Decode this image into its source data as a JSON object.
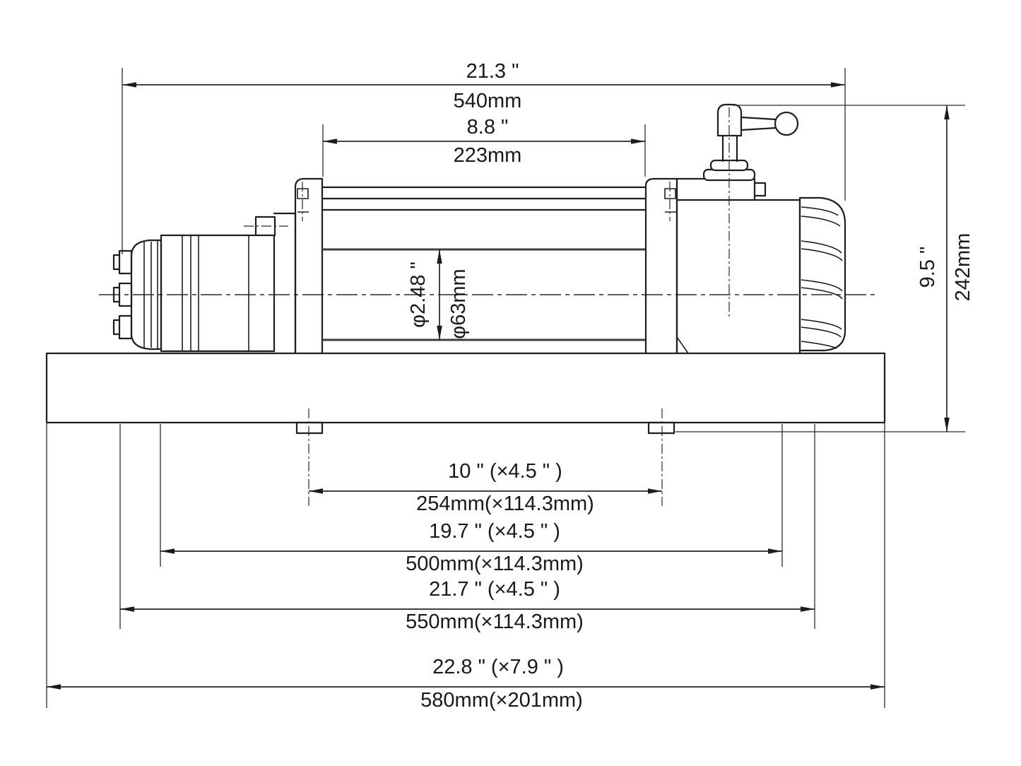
{
  "drawing": {
    "type": "technical-dimension-drawing",
    "subject": "electric winch side view with mounting bolt pattern",
    "colors": {
      "background": "#ffffff",
      "line": "#1e1e1e",
      "text": "#191919"
    },
    "dimensions": {
      "overall_length": {
        "inches": "21.3 \"",
        "metric": "540mm"
      },
      "drum_length": {
        "inches": "8.8 \"",
        "metric": "223mm"
      },
      "drum_diameter": {
        "inches": "φ2.48 \"",
        "metric": "φ63mm"
      },
      "overall_height": {
        "inches": "9.5 \"",
        "metric": "242mm"
      },
      "bolt_pattern_inner": {
        "inches": "10 \" (×4.5 \" )",
        "metric": "254mm(×114.3mm)"
      },
      "bolt_pattern_mid": {
        "inches": "19.7 \" (×4.5 \" )",
        "metric": "500mm(×114.3mm)"
      },
      "bolt_pattern_outer": {
        "inches": "21.7 \" (×4.5 \" )",
        "metric": "550mm(×114.3mm)"
      },
      "mounting_plate": {
        "inches": "22.8 \" (×7.9 \" )",
        "metric": "580mm(×201mm)"
      }
    }
  }
}
